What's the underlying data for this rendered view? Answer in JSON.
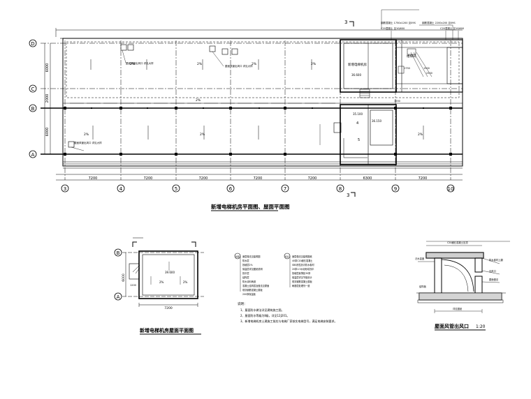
{
  "plan": {
    "title": "新增电梯机房平面图、屋面平面图",
    "section_mark": "3",
    "grid_rows": [
      "D",
      "C",
      "B",
      "A"
    ],
    "grid_cols": [
      "3",
      "4",
      "5",
      "6",
      "7",
      "8",
      "9",
      "10"
    ],
    "span_dims": [
      "7200",
      "7200",
      "7200",
      "7200",
      "7200",
      "6300",
      "7200"
    ],
    "row_dims": [
      "6000",
      "2000",
      "6000"
    ],
    "slope": "2%",
    "machine_room_label": "新增电梯机房",
    "stair_room_label": "楼梯间",
    "elev_top": "36.600",
    "elev_a": "35.100",
    "elev_b": "36.150",
    "small_dims": [
      "1500",
      "1750",
      "2200",
      "1550"
    ],
    "step_labels": [
      "4",
      "5"
    ],
    "outlet_note": "屋面风管出风口  详见大样",
    "beam_note_1": "钢筋混凝土  1750x1200  见09S",
    "beam_note_2": "C20混凝土  见10J600",
    "beam_note_3": "钢筋混凝土  2200x200  见09S",
    "beam_note_4": "C20混凝土  见10J600"
  },
  "roof_plan": {
    "title": "新增电梯机房屋面平面图",
    "grid_rows": [
      "B",
      "A"
    ],
    "dim_width": "7200",
    "dim_height": "6000",
    "elev": "39.600",
    "inner_dim": "1200",
    "slope": "2%"
  },
  "legend": {
    "group1_title": "屋面",
    "group1_items": [
      "面层做法见建筑图",
      "防水层",
      "找坡层2%",
      "保温层详见图纸说明",
      "找平层",
      "结构层",
      "防水涂料两道",
      "混凝土结构层及做法见屋面",
      "现浇钢筋混凝土楼板",
      "200厚保温板"
    ],
    "group2_title": "机房",
    "group2_items": [
      "面层做法见建筑图纸",
      "40厚C20细石混凝土",
      "SBS改性沥青防水卷材",
      "20厚1:3水泥砂浆找平",
      "找坡层最薄处30厚",
      "保温层详见节能设计",
      "现浇钢筋混凝土楼板",
      "刷基层处理剂一道"
    ],
    "notes_heading": "说明：",
    "notes": [
      "1、屋面防水做法详见建筑施工图。",
      "2、屋面防水等级为Ⅱ级，详见12J201。",
      "3、新增电梯机房土建施工前应与电梯厂家核实电梯型号，满足电梯安装要求。"
    ]
  },
  "detail": {
    "title": "屋面风管出风口",
    "scale": "1:20",
    "labels": [
      "C20细石混凝土压顶",
      "防水卷材上翻",
      "出风口",
      "屋面做法",
      "泛水高度",
      "结构板"
    ],
    "dim_bottom": "详见图纸"
  }
}
